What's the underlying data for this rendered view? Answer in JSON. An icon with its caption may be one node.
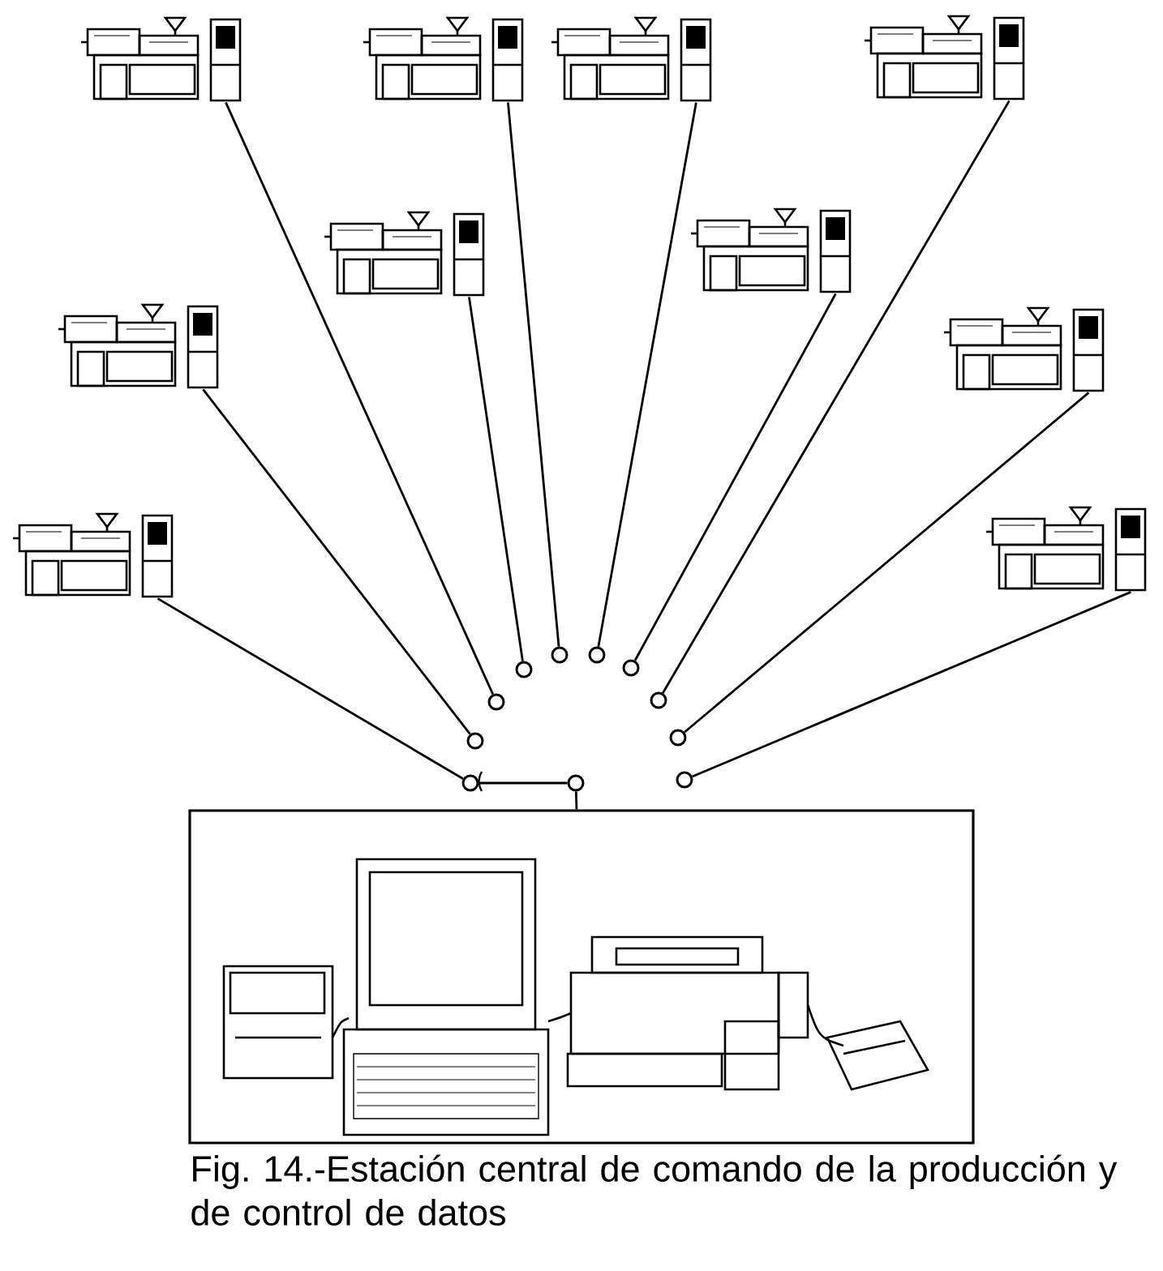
{
  "diagram": {
    "caption": "Fig. 14.-Estación central de comando de la producción y de control de datos",
    "nodes": [
      {
        "text": [],
        "shape": "picture"
      },
      {
        "text": [],
        "shape": "picture"
      },
      {
        "text": [],
        "shape": "picture"
      },
      {
        "text": [],
        "shape": "picture"
      },
      {
        "text": [],
        "shape": "picture"
      },
      {
        "text": [],
        "shape": "picture"
      },
      {
        "text": [],
        "shape": "picture"
      },
      {
        "text": [],
        "shape": "picture"
      },
      {
        "text": [],
        "shape": "picture"
      },
      {
        "text": [],
        "shape": "picture"
      },
      {
        "text": [],
        "shape": "circle"
      },
      {
        "text": [],
        "shape": "circle"
      },
      {
        "text": [],
        "shape": "circle"
      },
      {
        "text": [],
        "shape": "circle"
      },
      {
        "text": [],
        "shape": "circle"
      },
      {
        "text": [],
        "shape": "circle"
      },
      {
        "text": [],
        "shape": "circle"
      },
      {
        "text": [],
        "shape": "circle"
      },
      {
        "text": [],
        "shape": "circle"
      },
      {
        "text": [],
        "shape": "circle"
      },
      {
        "text": [],
        "shape": "circle"
      },
      {
        "text": [],
        "shape": "box"
      }
    ],
    "edges": [
      {
        "from": 0,
        "to": 14,
        "arrow": "none"
      },
      {
        "from": 1,
        "to": 10,
        "arrow": "none"
      },
      {
        "from": 2,
        "to": 11,
        "arrow": "none"
      },
      {
        "from": 3,
        "to": 15,
        "arrow": "none"
      },
      {
        "from": 4,
        "to": 12,
        "arrow": "none"
      },
      {
        "from": 5,
        "to": 13,
        "arrow": "none"
      },
      {
        "from": 6,
        "to": 16,
        "arrow": "none"
      },
      {
        "from": 7,
        "to": 17,
        "arrow": "none"
      },
      {
        "from": 8,
        "to": 18,
        "arrow": "none"
      },
      {
        "from": 9,
        "to": 20,
        "arrow": "none"
      },
      {
        "from": 18,
        "to": 19,
        "arrow": "none"
      },
      {
        "from": 19,
        "to": 21,
        "arrow": "none"
      }
    ]
  }
}
